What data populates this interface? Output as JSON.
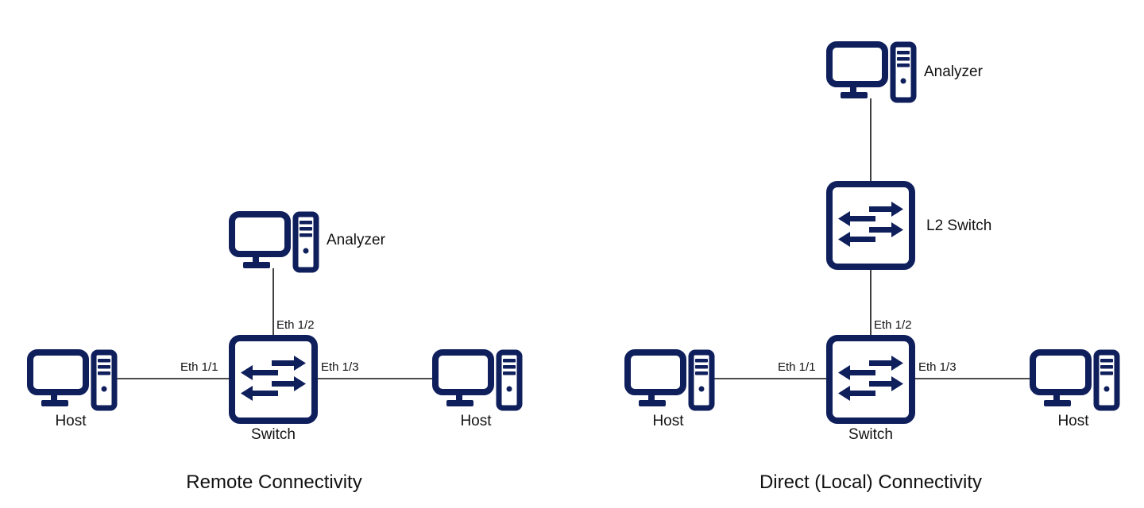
{
  "colors": {
    "icon": "#0f1f5c",
    "line": "#111111",
    "text": "#111111",
    "background": "#ffffff"
  },
  "left": {
    "caption": "Remote Connectivity",
    "analyzer_label": "Analyzer",
    "switch_label": "Switch",
    "host_left_label": "Host",
    "host_right_label": "Host",
    "port_up": "Eth 1/2",
    "port_left": "Eth 1/1",
    "port_right": "Eth 1/3",
    "analyzer_icon": "desktop-computer-icon",
    "switch_icon": "switch-arrows-icon",
    "host_icon": "desktop-computer-icon"
  },
  "right": {
    "caption": "Direct (Local) Connectivity",
    "analyzer_label": "Analyzer",
    "l2switch_label": "L2 Switch",
    "switch_label": "Switch",
    "host_left_label": "Host",
    "host_right_label": "Host",
    "port_up": "Eth 1/2",
    "port_left": "Eth 1/1",
    "port_right": "Eth 1/3",
    "analyzer_icon": "desktop-computer-icon",
    "switch_icon": "switch-arrows-icon",
    "host_icon": "desktop-computer-icon"
  }
}
